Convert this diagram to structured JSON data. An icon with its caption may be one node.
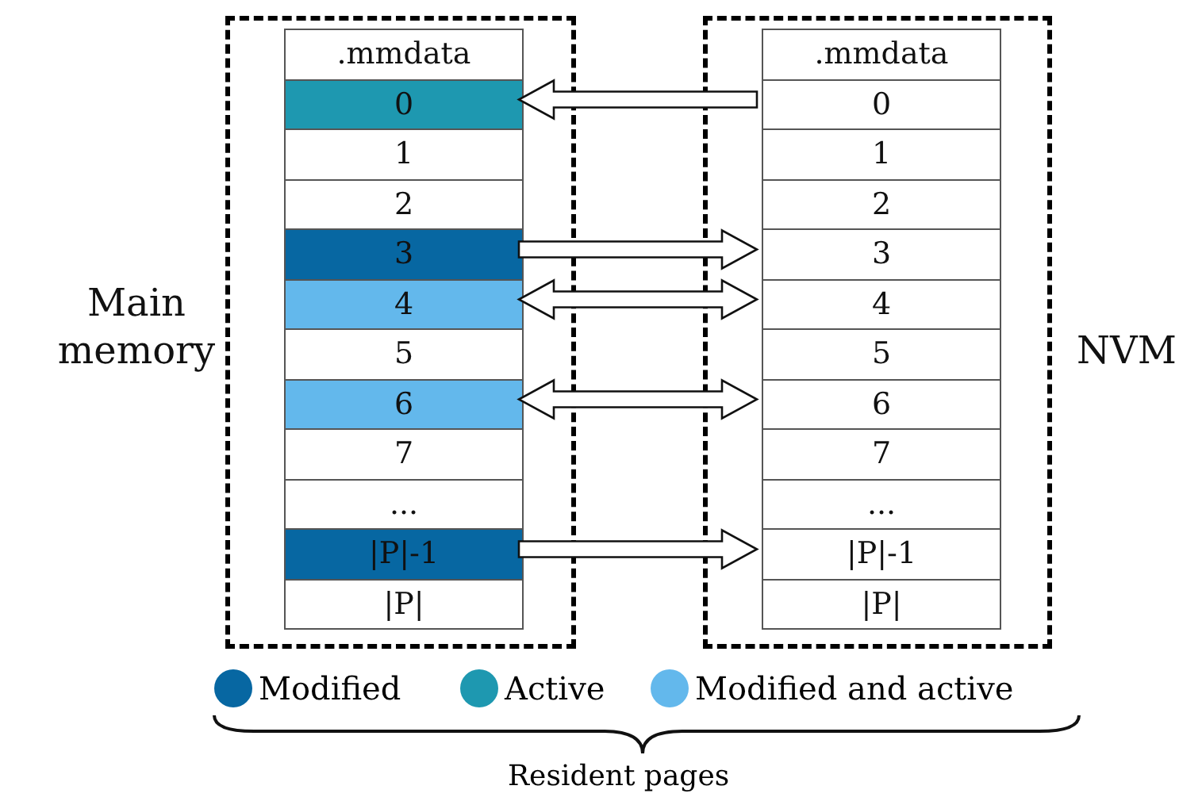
{
  "diagram": {
    "nodes": [
      {
        "text": [
          "Main memory"
        ]
      },
      {
        "text": [
          ".mmdata"
        ],
        "in": 0
      },
      {
        "text": [
          "0"
        ],
        "in": 0
      },
      {
        "text": [
          "1"
        ],
        "in": 0
      },
      {
        "text": [
          "2"
        ],
        "in": 0
      },
      {
        "text": [
          "3"
        ],
        "in": 0
      },
      {
        "text": [
          "4"
        ],
        "in": 0
      },
      {
        "text": [
          "5"
        ],
        "in": 0
      },
      {
        "text": [
          "6"
        ],
        "in": 0
      },
      {
        "text": [
          "7"
        ],
        "in": 0
      },
      {
        "text": [
          "..."
        ],
        "in": 0
      },
      {
        "text": [
          "|P|-1"
        ],
        "in": 0
      },
      {
        "text": [
          "|P|"
        ],
        "in": 0
      },
      {
        "text": [
          "NVM"
        ]
      },
      {
        "text": [
          ".mmdata"
        ],
        "in": 13
      },
      {
        "text": [
          "0"
        ],
        "in": 13
      },
      {
        "text": [
          "1"
        ],
        "in": 13
      },
      {
        "text": [
          "2"
        ],
        "in": 13
      },
      {
        "text": [
          "3"
        ],
        "in": 13
      },
      {
        "text": [
          "4"
        ],
        "in": 13
      },
      {
        "text": [
          "5"
        ],
        "in": 13
      },
      {
        "text": [
          "6"
        ],
        "in": 13
      },
      {
        "text": [
          "7"
        ],
        "in": 13
      },
      {
        "text": [
          "..."
        ],
        "in": 13
      },
      {
        "text": [
          "|P|-1"
        ],
        "in": 13
      },
      {
        "text": [
          "|P|"
        ],
        "in": 13
      }
    ],
    "edges": [
      {
        "from": 15,
        "to": 2,
        "arrow": "to"
      },
      {
        "from": 5,
        "to": 18,
        "arrow": "to"
      },
      {
        "from": 6,
        "to": 19,
        "arrow": "both"
      },
      {
        "from": 8,
        "to": 21,
        "arrow": "both"
      },
      {
        "from": 11,
        "to": 24,
        "arrow": "to"
      }
    ],
    "labels": [
      "Resident pages"
    ],
    "legend": [
      {
        "text": "Modified",
        "color": "#0767a2"
      },
      {
        "text": "Active",
        "color": "#1e98b0"
      },
      {
        "text": "Modified and active",
        "color": "#63b8ec"
      }
    ]
  }
}
